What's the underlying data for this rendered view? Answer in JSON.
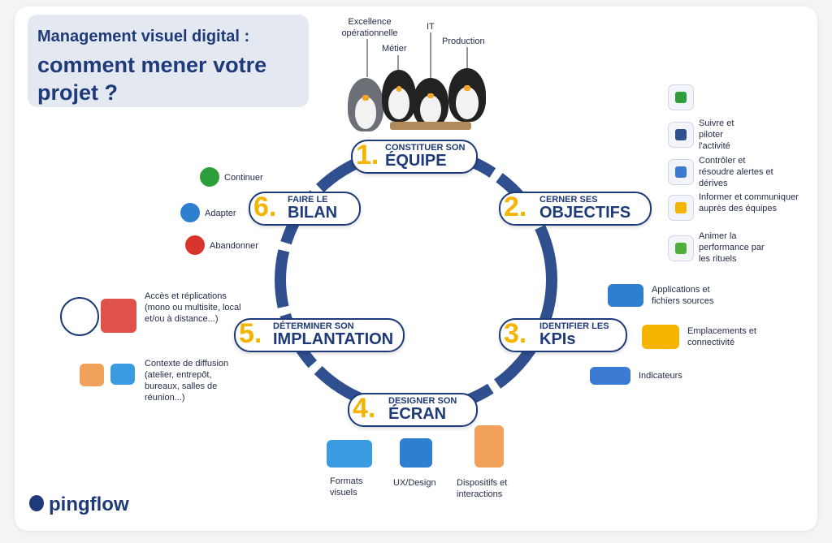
{
  "title": {
    "line1": "Management visuel digital :",
    "line2": "comment mener votre projet ?"
  },
  "team": {
    "roles": [
      "Excellence opérationnelle",
      "Métier",
      "IT",
      "Production"
    ]
  },
  "steps": [
    {
      "num": "1.",
      "small": "CONSTITUER SON",
      "big": "ÉQUIPE"
    },
    {
      "num": "2.",
      "small": "CERNER SES",
      "big": "OBJECTIFS"
    },
    {
      "num": "3.",
      "small": "IDENTIFIER LES",
      "big": "KPIs"
    },
    {
      "num": "4.",
      "small": "DESIGNER SON",
      "big": "ÉCRAN"
    },
    {
      "num": "5.",
      "small": "DÉTERMINER SON",
      "big": "IMPLANTATION"
    },
    {
      "num": "6.",
      "small": "FAIRE LE",
      "big": "BILAN"
    }
  ],
  "bilan": {
    "continuer": "Continuer",
    "adapter": "Adapter",
    "abandonner": "Abandonner"
  },
  "objectifs": {
    "suivre": "Suivre et piloter l'activité",
    "controler": "Contrôler et résoudre alertes et dérives",
    "informer": "Informer et communiquer auprès des équipes",
    "animer": "Animer la performance par les rituels"
  },
  "kpis": {
    "applications": "Applications et fichiers sources",
    "emplacements": "Emplacements et connectivité",
    "indicateurs": "Indicateurs"
  },
  "ecran": {
    "formats": "Formats visuels",
    "ux": "UX/Design",
    "dispositifs": "Dispositifs et interactions"
  },
  "implantation": {
    "acces": "Accès et réplications (mono ou multisite, local et/ou à distance...)",
    "contexte": "Contexte de diffusion (atelier, entrepôt, bureaux, salles de réunion...)"
  },
  "brand": "pingflow",
  "colors": {
    "navy": "#1f3a78",
    "yellow": "#f5b400",
    "ring": "#2f4f8f"
  }
}
